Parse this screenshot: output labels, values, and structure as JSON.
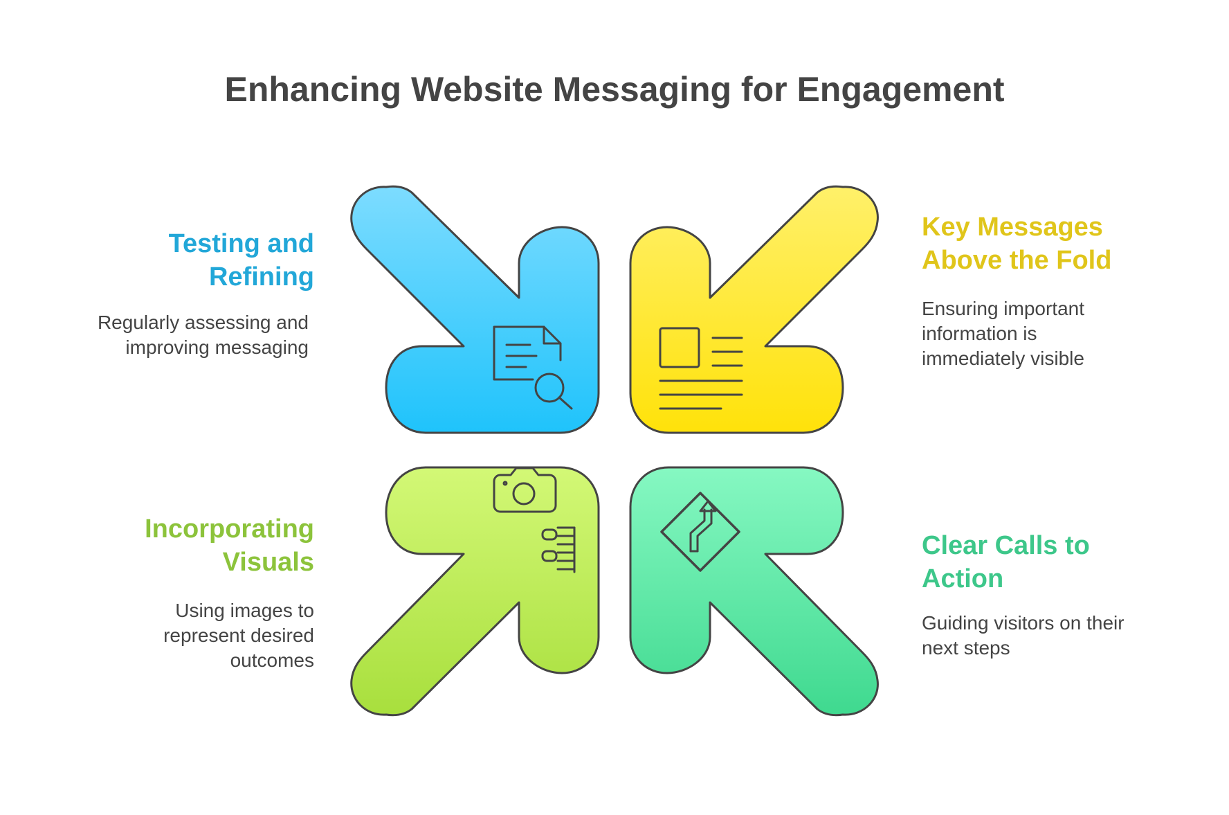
{
  "title": "Enhancing Website Messaging for Engagement",
  "colors": {
    "testing": "#22a7d8",
    "key_messages": "#e0c51a",
    "visuals": "#8cc33b",
    "calls": "#3dc78a",
    "text": "#444444",
    "outline": "#444444"
  },
  "items": {
    "testing": {
      "heading": "Testing and Refining",
      "description": "Regularly assessing and improving messaging",
      "icon": "document-search-icon"
    },
    "key_messages": {
      "heading": "Key Messages Above the Fold",
      "description": "Ensuring important information is immediately visible",
      "icon": "article-layout-icon"
    },
    "visuals": {
      "heading": "Incorporating Visuals",
      "description": "Using images to represent desired outcomes",
      "icon": "camera-slider-icon"
    },
    "calls": {
      "heading": "Clear Calls to Action",
      "description": "Guiding visitors on their next steps",
      "icon": "direction-sign-icon"
    }
  }
}
